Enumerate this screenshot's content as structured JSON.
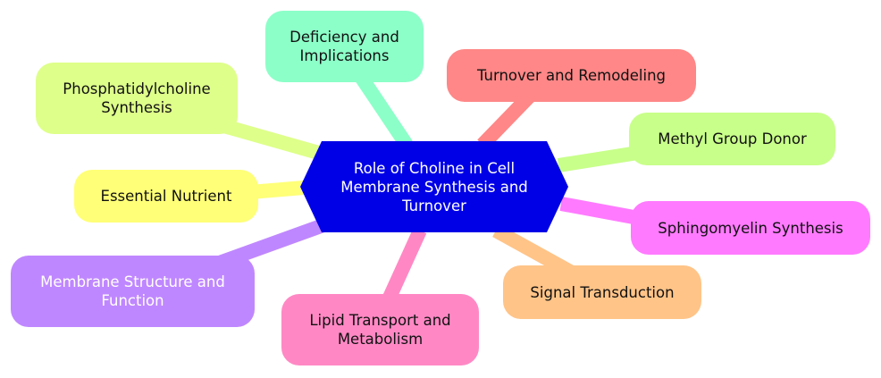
{
  "diagram": {
    "type": "mindmap",
    "center": {
      "label": "Role of Choline in Cell Membrane Synthesis and Turnover",
      "color": "#0000e6",
      "text_color": "#ffffff",
      "shape": "hexagon"
    },
    "branches": [
      {
        "id": "deficiency",
        "label": "Deficiency and Implications",
        "color": "#8cffc8",
        "link_color": "#8cffc8",
        "text_color": "#111111"
      },
      {
        "id": "pc-synthesis",
        "label": "Phosphatidylcholine Synthesis",
        "color": "#deff8a",
        "link_color": "#deff8a",
        "text_color": "#111111"
      },
      {
        "id": "turnover",
        "label": "Turnover and Remodeling",
        "color": "#ff8787",
        "link_color": "#ff8787",
        "text_color": "#111111"
      },
      {
        "id": "methyl",
        "label": "Methyl Group Donor",
        "color": "#c8ff8a",
        "link_color": "#c8ff8a",
        "text_color": "#111111"
      },
      {
        "id": "essential",
        "label": "Essential Nutrient",
        "color": "#ffff78",
        "link_color": "#ffff78",
        "text_color": "#111111"
      },
      {
        "id": "sphingomyelin",
        "label": "Sphingomyelin Synthesis",
        "color": "#ff7aff",
        "link_color": "#ff7aff",
        "text_color": "#111111"
      },
      {
        "id": "membrane",
        "label": "Membrane Structure and Function",
        "color": "#bf87ff",
        "link_color": "#bf87ff",
        "text_color": "#ffffff"
      },
      {
        "id": "signal",
        "label": "Signal Transduction",
        "color": "#ffc488",
        "link_color": "#ffc488",
        "text_color": "#111111"
      },
      {
        "id": "lipid",
        "label": "Lipid Transport and Metabolism",
        "color": "#ff88c4",
        "link_color": "#ff88c4",
        "text_color": "#111111"
      }
    ]
  }
}
